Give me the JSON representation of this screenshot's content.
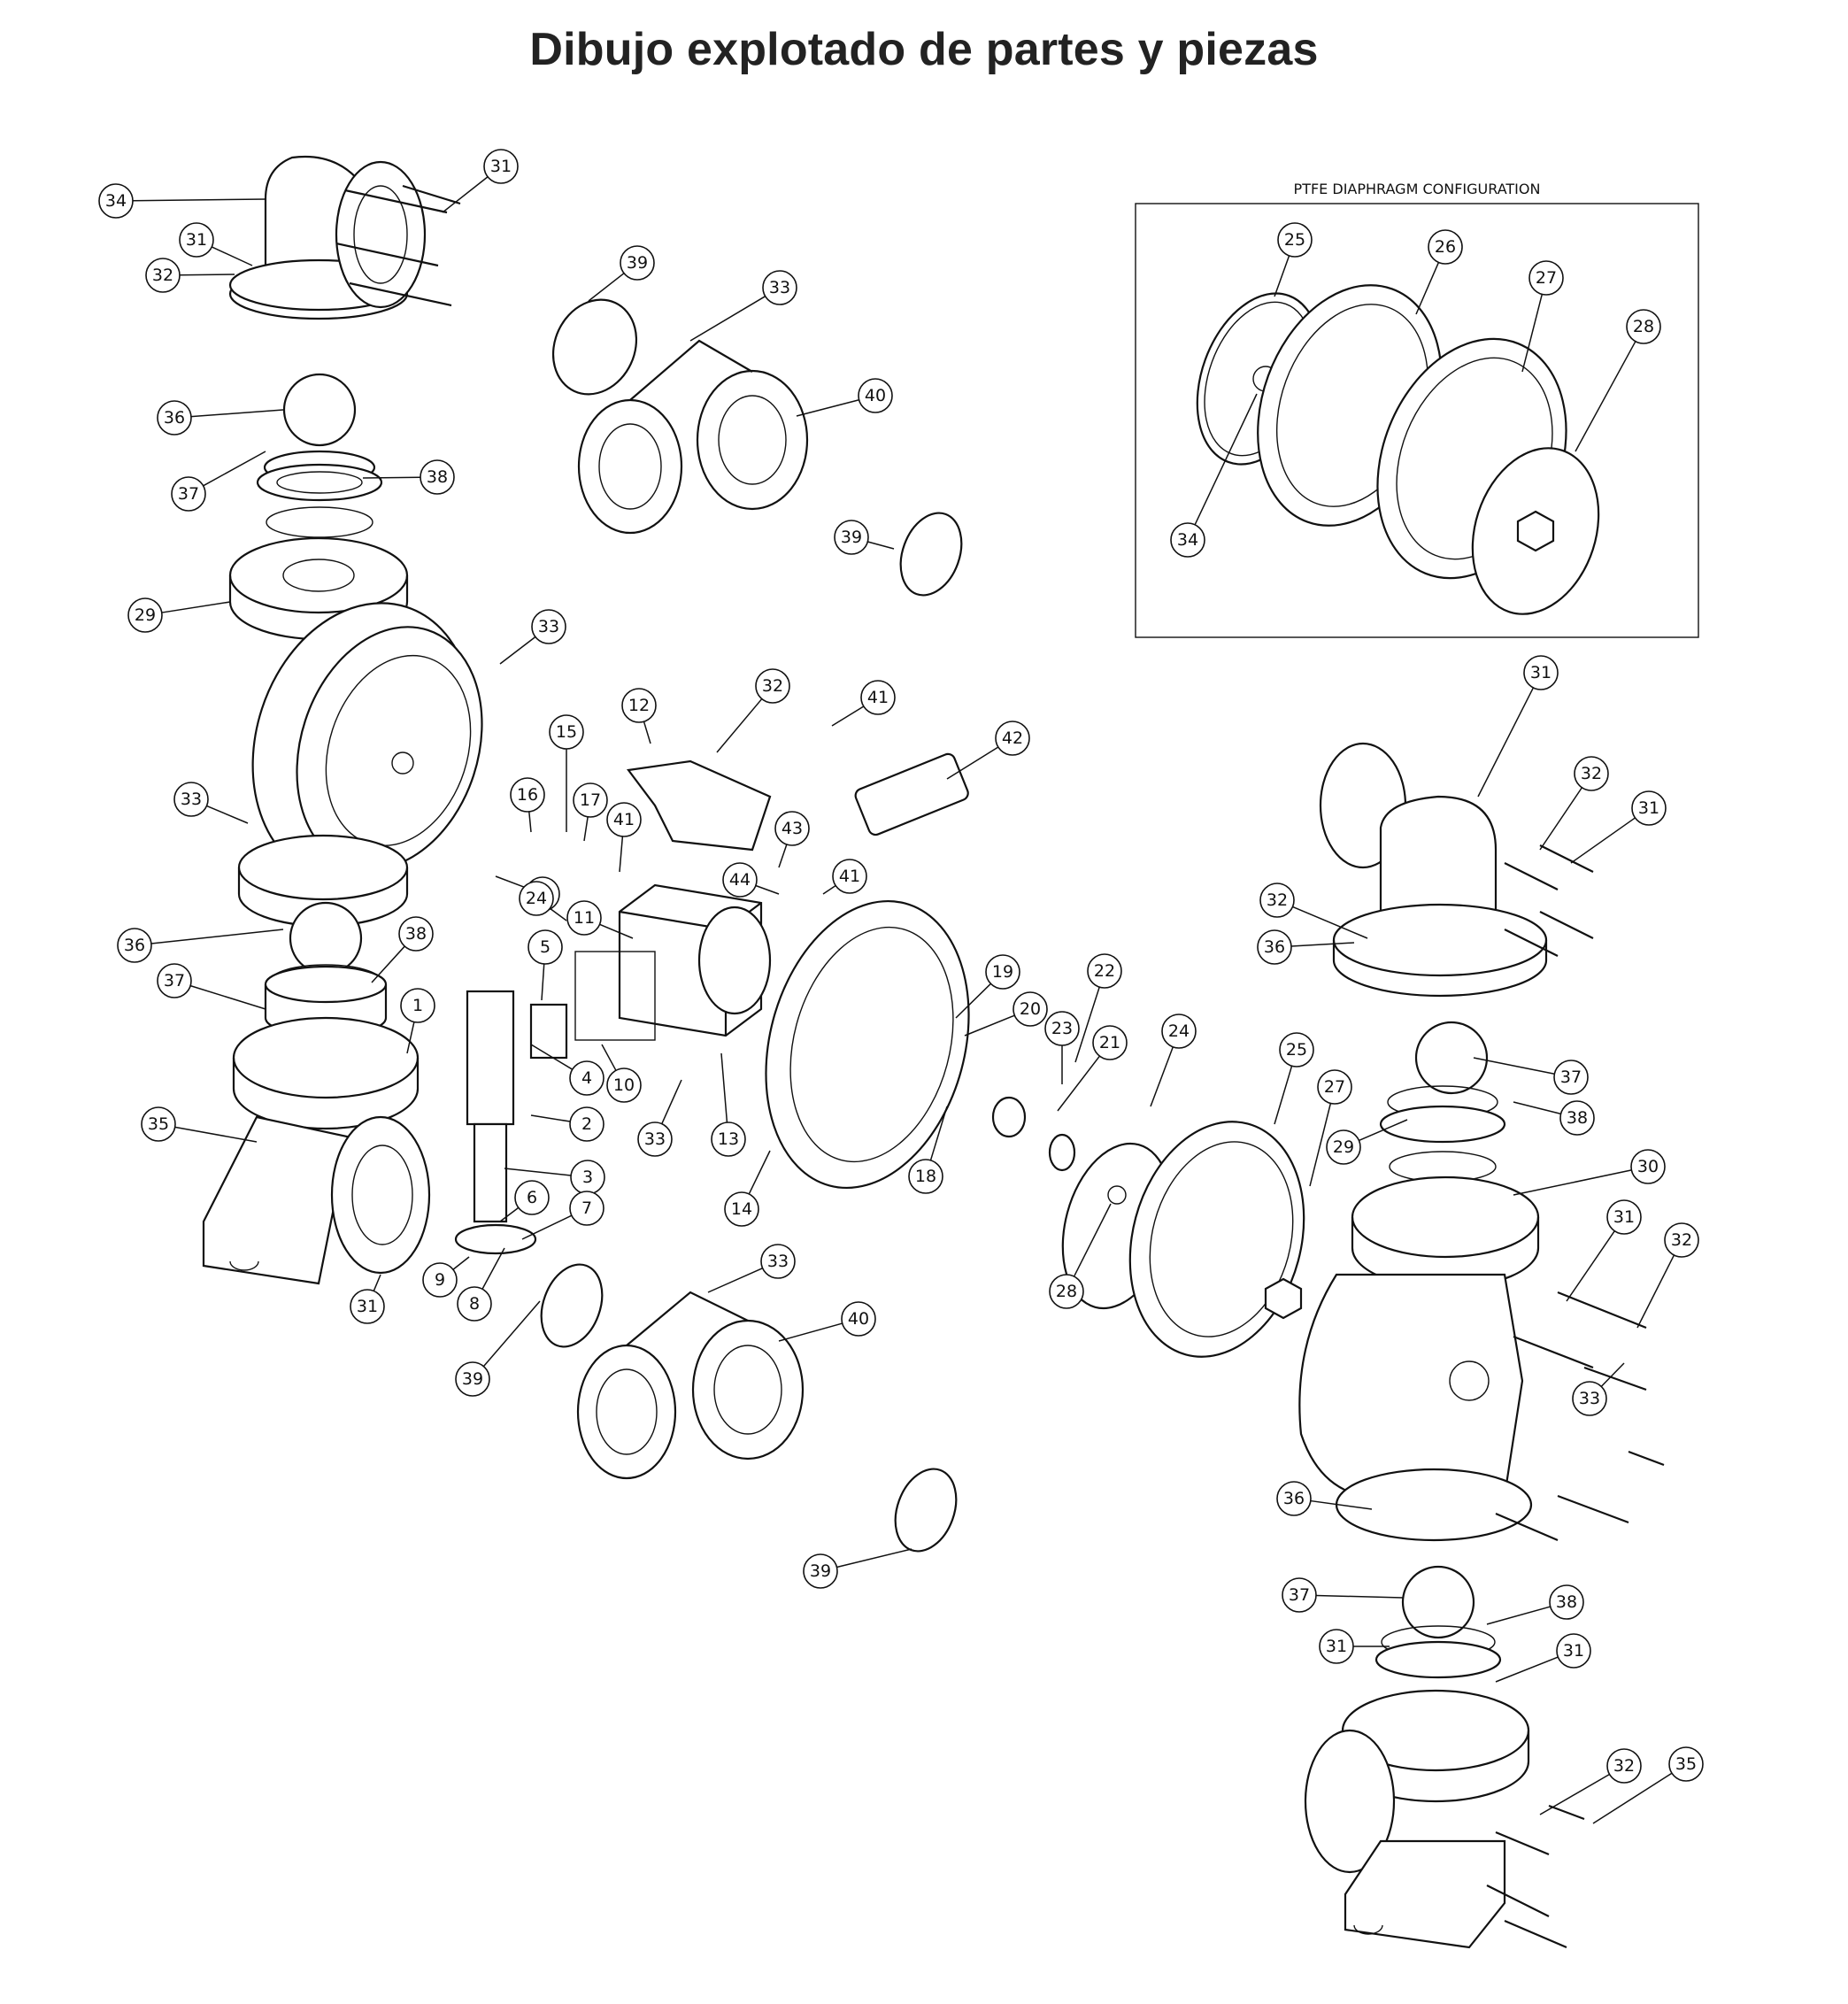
{
  "title": "Dibujo explotado de partes y piezas",
  "inset": {
    "title": "PTFE DIAPHRAGM CONFIGURATION"
  },
  "callouts": [
    "34",
    "31",
    "31",
    "32",
    "39",
    "33",
    "40",
    "36",
    "38",
    "37",
    "39",
    "29",
    "33",
    "33",
    "12",
    "32",
    "41",
    "42",
    "15",
    "16",
    "17",
    "41",
    "43",
    "9",
    "44",
    "41",
    "11",
    "36",
    "38",
    "37",
    "5",
    "1",
    "4",
    "10",
    "2",
    "33",
    "13",
    "19",
    "20",
    "22",
    "23",
    "21",
    "24",
    "25",
    "27",
    "35",
    "3",
    "6",
    "7",
    "9",
    "8",
    "14",
    "18",
    "28",
    "31",
    "33",
    "40",
    "39",
    "39",
    "24",
    "25",
    "26",
    "27",
    "28",
    "34",
    "31",
    "32",
    "31",
    "32",
    "36",
    "37",
    "38",
    "29",
    "30",
    "31",
    "32",
    "33",
    "36",
    "37",
    "38",
    "31",
    "31",
    "32",
    "35"
  ]
}
